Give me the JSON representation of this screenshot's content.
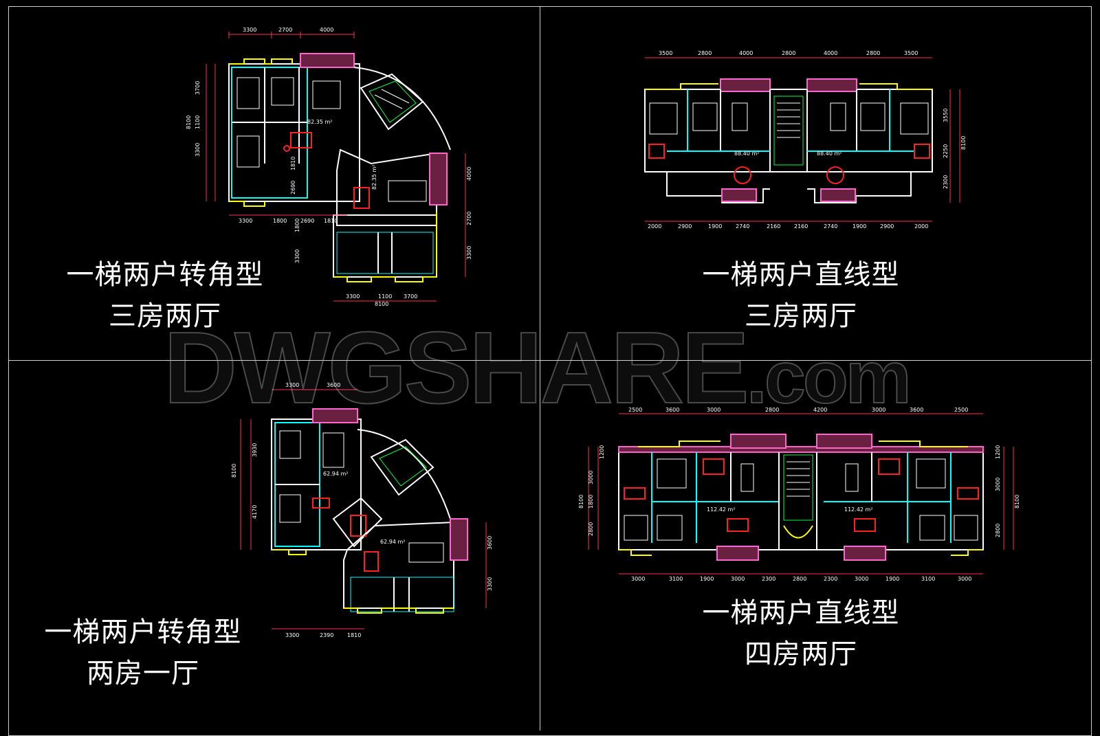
{
  "watermark": {
    "text": "DWGSHARE",
    "suffix": ".com"
  },
  "panels": [
    {
      "id": "top-left",
      "title_line1": "一梯两户转角型",
      "title_line2": "三房两厅",
      "area_labels": [
        "82.35 m²",
        "82.35 m²"
      ],
      "dims_top": [
        "3300",
        "2700",
        "4000"
      ],
      "dims_left": [
        "3700",
        "8100",
        "1100",
        "3300",
        "1810",
        "2690"
      ],
      "dims_mid": [
        "3300",
        "1800",
        "2690",
        "1810"
      ],
      "dims_right": [
        "4000",
        "2700",
        "3300"
      ],
      "dims_bottom": [
        "3300",
        "1100",
        "3700",
        "8100"
      ],
      "dims_inner": [
        "1800",
        "3300"
      ]
    },
    {
      "id": "top-right",
      "title_line1": "一梯两户直线型",
      "title_line2": "三房两厅",
      "area_labels": [
        "88.40 m²",
        "88.40 m²"
      ],
      "dims_top": [
        "3500",
        "2800",
        "4000",
        "2800",
        "4000",
        "2800",
        "3500"
      ],
      "dims_right": [
        "3550",
        "8100",
        "2250",
        "2300"
      ],
      "dims_bottom": [
        "2000",
        "2900",
        "1900",
        "2740",
        "2160",
        "2160",
        "2740",
        "1900",
        "2900",
        "2000"
      ]
    },
    {
      "id": "bottom-left",
      "title_line1": "一梯两户转角型",
      "title_line2": "两房一厅",
      "area_labels": [
        "62.94 m²",
        "62.94 m²"
      ],
      "dims_top": [
        "3300",
        "3600"
      ],
      "dims_left": [
        "3930",
        "8100",
        "4170"
      ],
      "dims_right": [
        "3600",
        "3300"
      ],
      "dims_bottom": [
        "3300",
        "2390",
        "1810"
      ]
    },
    {
      "id": "bottom-right",
      "title_line1": "一梯两户直线型",
      "title_line2": "四房两厅",
      "area_labels": [
        "112.42 m²",
        "112.42 m²"
      ],
      "dims_top": [
        "2500",
        "3600",
        "3000",
        "2800",
        "4200",
        "3000",
        "3600",
        "2500"
      ],
      "dims_left": [
        "1200",
        "3000",
        "8100",
        "1800",
        "2800"
      ],
      "dims_right": [
        "1200",
        "3000",
        "8100",
        "2800"
      ],
      "dims_bottom": [
        "3000",
        "3100",
        "1900",
        "3000",
        "2300",
        "2800",
        "2300",
        "3000",
        "1900",
        "3100",
        "3000"
      ]
    }
  ],
  "colors": {
    "background": "#000000",
    "frame": "#cfcfcf",
    "wall_white": "#ffffff",
    "wall_cyan": "#00ffff",
    "wall_yellow": "#ffff00",
    "wall_pink": "#ff66cc",
    "furniture_red": "#ff2020",
    "stair_green": "#00ff40",
    "dimension": "#ff3050",
    "balcony_fill": "#b04060"
  }
}
